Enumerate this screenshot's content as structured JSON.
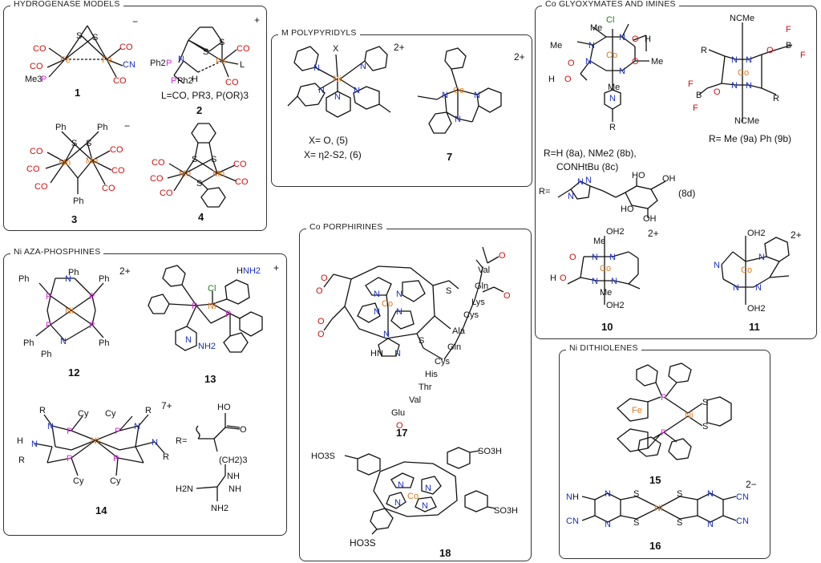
{
  "panels": {
    "hydrogenase": {
      "title": "HYDROGENASE MODELS"
    },
    "polypyridyls": {
      "title": "M POLYPYRIDYLS"
    },
    "glyoxymates": {
      "title": "Co GLYOXYMATES AND IMINES"
    },
    "aza_phosphines": {
      "title": "Ni AZA-PHOSPHINES"
    },
    "porphyrines": {
      "title": "Co PORPHIRINES"
    },
    "dithiolenes": {
      "title": "Ni DITHIOLENES"
    }
  },
  "compounds": {
    "c1": {
      "number": "1",
      "charge": "−"
    },
    "c2": {
      "number": "2",
      "charge": "+",
      "note": "L=CO, PR3, P(OR)3"
    },
    "c3": {
      "number": "3",
      "charge": "−"
    },
    "c4": {
      "number": "4"
    },
    "c5_6": {
      "charge": "2+",
      "note1": "X= O, (5)",
      "note2": "X= η2-S2, (6)"
    },
    "c7": {
      "number": "7",
      "charge": "2+"
    },
    "c8": {
      "note1": "R=H (8a), NMe2 (8b),",
      "note2": "CONHtBu (8c)",
      "note3": "(8d)"
    },
    "c9": {
      "note": "R= Me (9a) Ph (9b)"
    },
    "c10": {
      "number": "10",
      "charge": "2+"
    },
    "c11": {
      "number": "11",
      "charge": "2+"
    },
    "c12": {
      "number": "12",
      "charge": "2+"
    },
    "c13": {
      "number": "13",
      "charge": "+"
    },
    "c14": {
      "number": "14",
      "charge": "7+"
    },
    "c15": {
      "number": "15"
    },
    "c16": {
      "number": "16",
      "charge": "2−"
    },
    "c17": {
      "number": "17",
      "peptide": [
        "Val",
        "Gln",
        "Lys",
        "Cys",
        "Ala",
        "Gln",
        "Cys",
        "His",
        "Thr",
        "Val",
        "Glu"
      ]
    },
    "c18": {
      "number": "18"
    }
  },
  "atoms": {
    "fe": "Fe",
    "mn": "Mn",
    "ni": "Ni",
    "co": "Co",
    "p": "P",
    "n": "N",
    "s": "S",
    "o": "O",
    "cl": "Cl",
    "h": "H",
    "x": "X",
    "co_ligand": "CO",
    "ph": "Ph",
    "ph2": "Ph2",
    "me": "Me",
    "me3": "Me3",
    "cy": "Cy",
    "r": "R",
    "l": "L",
    "cn": "CN",
    "ncme": "NCMe",
    "b": "B",
    "f": "F",
    "oh2": "OH2",
    "nh2": "NH2",
    "ho": "HO",
    "oh": "OH",
    "so3h": "SO3H",
    "h2n": "H2N",
    "hn": "HN",
    "nh": "NH",
    "ho3s": "HO3S",
    "ch2_3": "(CH2)3",
    "r_eq": "R="
  },
  "colors": {
    "metal": "#e07818",
    "phosphorus": "#d62bd6",
    "nitrogen": "#1a2fc0",
    "oxygen": "#cc1111",
    "chlorine": "#1f7a1f",
    "border": "#333333"
  }
}
